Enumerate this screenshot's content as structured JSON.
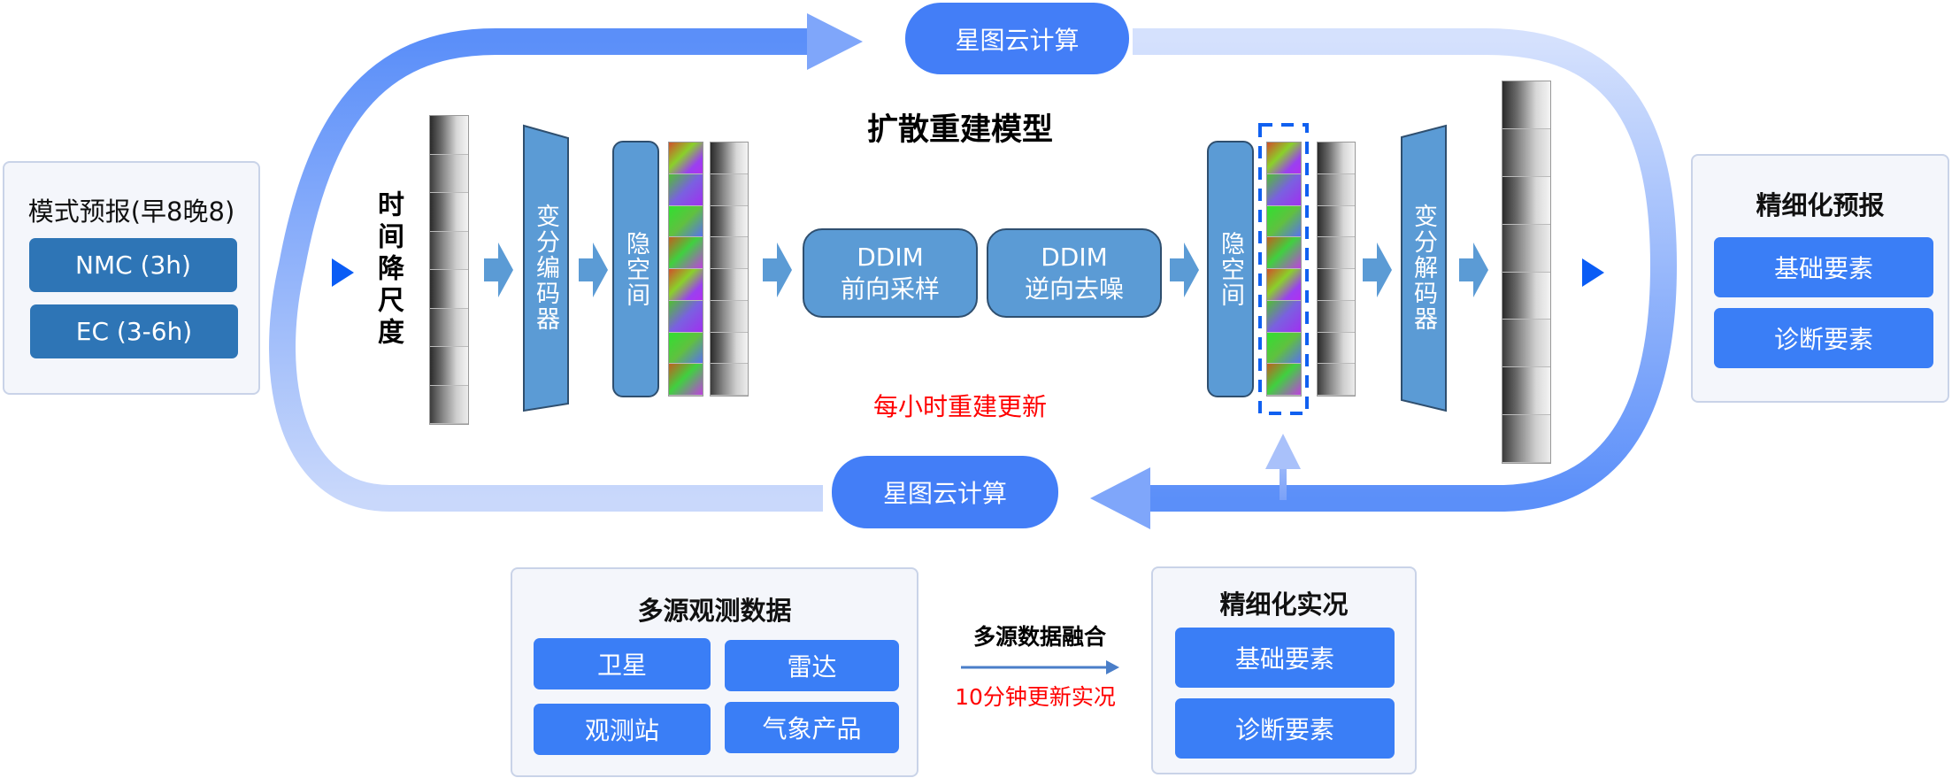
{
  "title": "扩散重建模型",
  "cloud_compute_top": "星图云计算",
  "cloud_compute_bottom": "星图云计算",
  "model_forecast": {
    "title": "模式预报(早8晚8)",
    "items": [
      "NMC (3h)",
      "EC (3-6h)"
    ]
  },
  "pipeline": {
    "downscale_label": "时间降尺度",
    "encoder": "变分编码器",
    "latent_in": "隐空间",
    "ddim_forward": {
      "line1": "DDIM",
      "line2": "前向采样"
    },
    "ddim_reverse": {
      "line1": "DDIM",
      "line2": "逆向去噪"
    },
    "latent_out": "隐空间",
    "decoder": "变分解码器",
    "update_note": "每小时重建更新"
  },
  "fine_forecast": {
    "title": "精细化预报",
    "items": [
      "基础要素",
      "诊断要素"
    ]
  },
  "observations": {
    "title": "多源观测数据",
    "items": [
      "卫星",
      "雷达",
      "观测站",
      "气象产品"
    ]
  },
  "fusion": {
    "label": "多源数据融合",
    "note": "10分钟更新实况"
  },
  "fine_nowcast": {
    "title": "精细化实况",
    "items": [
      "基础要素",
      "诊断要素"
    ]
  },
  "colors": {
    "accent_blue": "#437ef7",
    "block_blue": "#5b9bd5",
    "dark_button": "#2e75b6",
    "bright_button": "#3a7ef6",
    "note_red": "#ff0000"
  }
}
